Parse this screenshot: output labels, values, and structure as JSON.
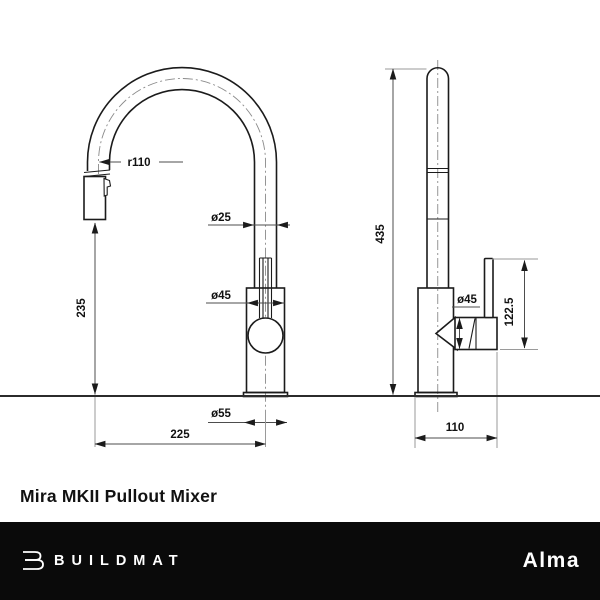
{
  "product": {
    "title": "Mira MKII Pullout Mixer",
    "brand": "BUILDMAT",
    "series_label": "Alma"
  },
  "drawing": {
    "front_view": {
      "spout_radius_label": "r110",
      "spout_pipe_diameter_label": "ø25",
      "body_diameter_label": "ø45",
      "base_diameter_label": "ø55",
      "outlet_height_label": "235",
      "spout_reach_label": "225"
    },
    "side_view": {
      "overall_height_label": "435",
      "cartridge_diameter_label": "ø45",
      "handle_height_label": "122.5",
      "base_depth_label": "110"
    }
  },
  "icons": {
    "brand_logo": "buildmat-b-outline"
  },
  "colors": {
    "bg": "#ffffff",
    "footer_bg": "#0a0a0a",
    "line": "#1b1b1b",
    "dim_line": "#4d4d4d",
    "text": "#111111",
    "footer_text": "#ffffff"
  }
}
